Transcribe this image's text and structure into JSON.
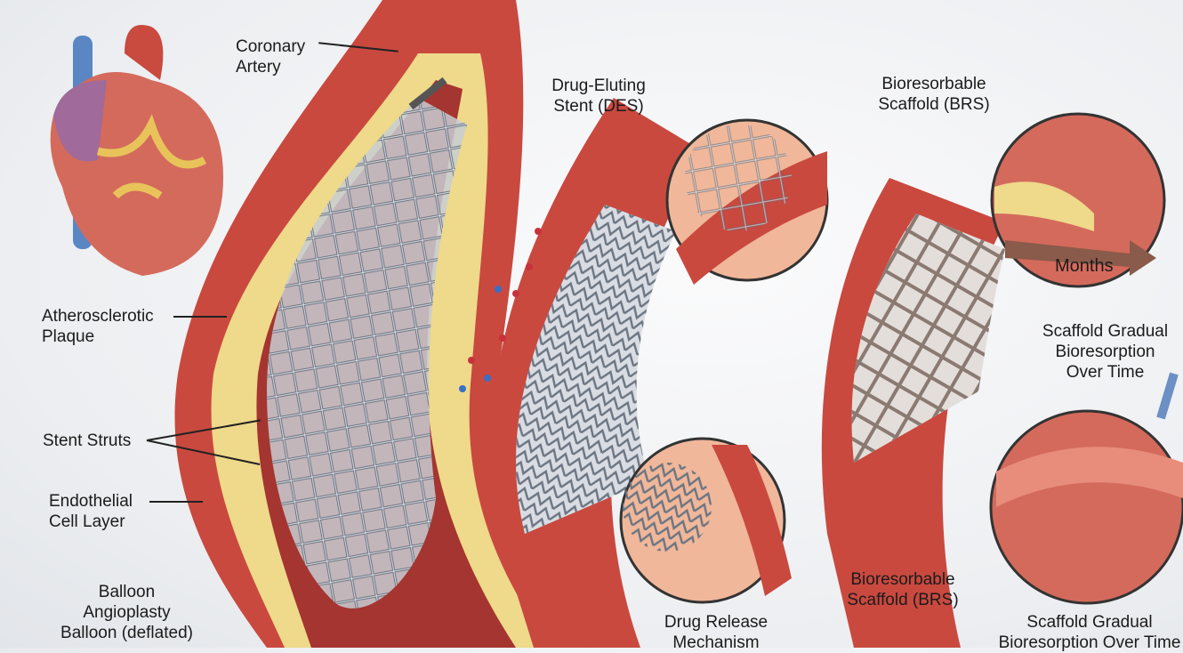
{
  "labels": {
    "coronary_artery": [
      "Coronary",
      "Artery"
    ],
    "plaque": [
      "Atherosclerotic",
      "Plaque"
    ],
    "stent_struts": "Stent Struts",
    "endothelial": [
      "Endothelial",
      "Cell Layer"
    ],
    "balloon": [
      "Balloon",
      "Angioplasty",
      "Balloon (deflated)"
    ],
    "des": [
      "Drug-Eluting",
      "Stent (DES)"
    ],
    "brs_top": [
      "Bioresorbable",
      "Scaffold (BRS)"
    ],
    "months": "Months",
    "resorption_mid": [
      "Scaffold Gradual",
      "Bioresorption",
      "Over Time"
    ],
    "drug_release": [
      "Drug Release",
      "Mechanism"
    ],
    "brs_bottom": [
      "Bioresorbable",
      "Scaffold (BRS)"
    ],
    "resorption_bottom": [
      "Scaffold Gradual",
      "Bioresorption Over Time"
    ]
  },
  "colors": {
    "artery": "#c9493f",
    "artery_light": "#e98a78",
    "plaque": "#efd98a",
    "stent": "#8e98a6",
    "drug_red": "#c8323a",
    "drug_blue": "#3a6fc4"
  }
}
